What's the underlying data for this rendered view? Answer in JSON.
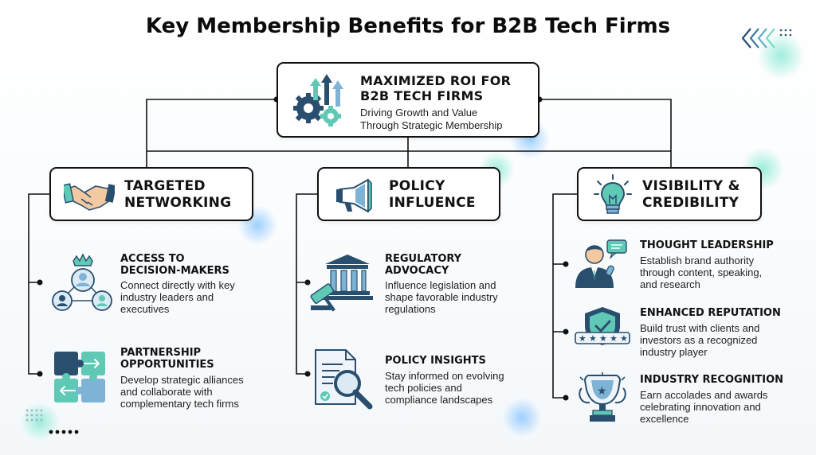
{
  "title": "Key Membership Benefits for B2B Tech Firms",
  "root": {
    "title_line1": "MAXIMIZED ROI FOR",
    "title_line2": "B2B TECH FIRMS",
    "sub_line1": "Driving Growth and Value",
    "sub_line2": "Through Strategic Membership",
    "icon": "gears-growth-arrows-icon"
  },
  "categories": [
    {
      "title_line1": "TARGETED",
      "title_line2": "NETWORKING",
      "icon": "handshake-icon",
      "items": [
        {
          "title_line1": "ACCESS TO",
          "title_line2": "DECISION-MAKERS",
          "desc": [
            "Connect directly with key",
            "industry leaders and",
            "executives"
          ],
          "icon": "network-people-icon"
        },
        {
          "title_line1": "PARTNERSHIP",
          "title_line2": "OPPORTUNITIES",
          "desc": [
            "Develop strategic alliances",
            "and collaborate with",
            "complementary tech firms"
          ],
          "icon": "puzzle-icon"
        }
      ]
    },
    {
      "title_line1": "POLICY",
      "title_line2": "INFLUENCE",
      "icon": "megaphone-icon",
      "items": [
        {
          "title_line1": "REGULATORY",
          "title_line2": "ADVOCACY",
          "desc": [
            "Influence legislation and",
            "shape favorable industry",
            "regulations"
          ],
          "icon": "courthouse-gavel-icon"
        },
        {
          "title_line1": "POLICY INSIGHTS",
          "title_line2": "",
          "desc": [
            "Stay informed on evolving",
            "tech policies and",
            "compliance landscapes"
          ],
          "icon": "document-magnifier-icon"
        }
      ]
    },
    {
      "title_line1": "VISIBILITY &",
      "title_line2": "CREDIBILITY",
      "icon": "lightbulb-icon",
      "items": [
        {
          "title_line1": "THOUGHT LEADERSHIP",
          "title_line2": "",
          "desc": [
            "Establish brand authority",
            "through content, speaking,",
            "and research"
          ],
          "icon": "speaker-icon"
        },
        {
          "title_line1": "ENHANCED REPUTATION",
          "title_line2": "",
          "desc": [
            "Build trust with clients and",
            "investors as a recognized",
            "industry player"
          ],
          "icon": "shield-stars-icon"
        },
        {
          "title_line1": "INDUSTRY RECOGNITION",
          "title_line2": "",
          "desc": [
            "Earn accolades and awards",
            "celebrating innovation and",
            "excellence"
          ],
          "icon": "trophy-icon"
        }
      ]
    }
  ],
  "colors": {
    "teal": "#5fc9b5",
    "navy": "#2a4f6e",
    "blue": "#7fb3d6",
    "ink": "#111111"
  }
}
